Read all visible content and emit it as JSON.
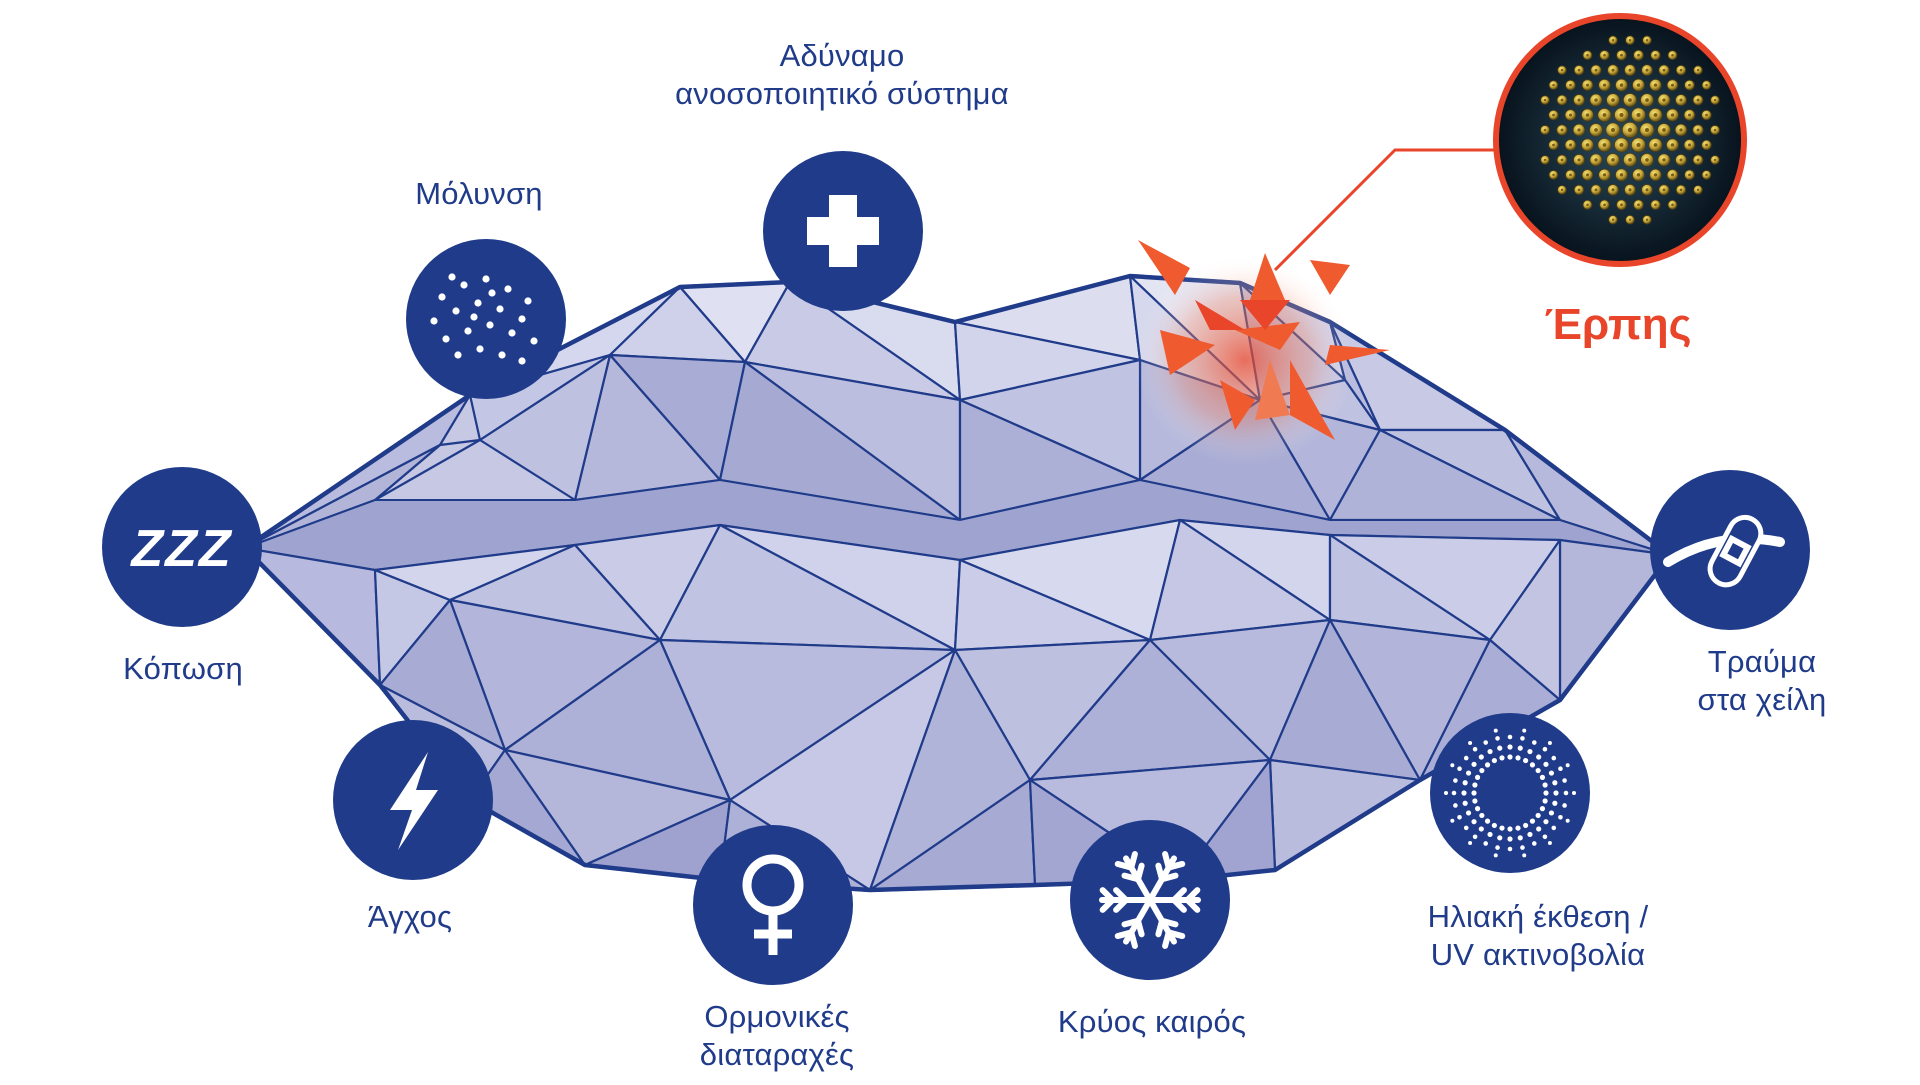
{
  "colors": {
    "navy": "#1f3b8a",
    "lip_light": "#d8daee",
    "lip_mid": "#b3b6da",
    "lip_dark": "#9a9ecc",
    "herpes_red": "#e8452a",
    "virus_gold": "#c9b24a"
  },
  "herpes": {
    "label": "Έρπης",
    "image": "herpes-virus-illustration"
  },
  "triggers": [
    {
      "id": "fatigue",
      "icon": "zzz-icon",
      "lines": [
        "Κόπωση"
      ]
    },
    {
      "id": "infection",
      "icon": "dots-icon",
      "lines": [
        "Μόλυνση"
      ]
    },
    {
      "id": "immune",
      "icon": "plus-icon",
      "lines": [
        "Αδύναμο",
        "ανοσοποιητικό σύστημα"
      ]
    },
    {
      "id": "trauma",
      "icon": "bandage-icon",
      "lines": [
        "Τραύμα",
        "στα χείλη"
      ]
    },
    {
      "id": "stress",
      "icon": "lightning-icon",
      "lines": [
        "Άγχος"
      ]
    },
    {
      "id": "hormones",
      "icon": "female-symbol-icon",
      "lines": [
        "Ορμονικές",
        "διαταραχές"
      ]
    },
    {
      "id": "cold",
      "icon": "snowflake-icon",
      "lines": [
        "Κρύος καιρός"
      ]
    },
    {
      "id": "sun",
      "icon": "sun-icon",
      "lines": [
        "Ηλιακή έκθεση /",
        "UV ακτινοβολία"
      ]
    }
  ]
}
